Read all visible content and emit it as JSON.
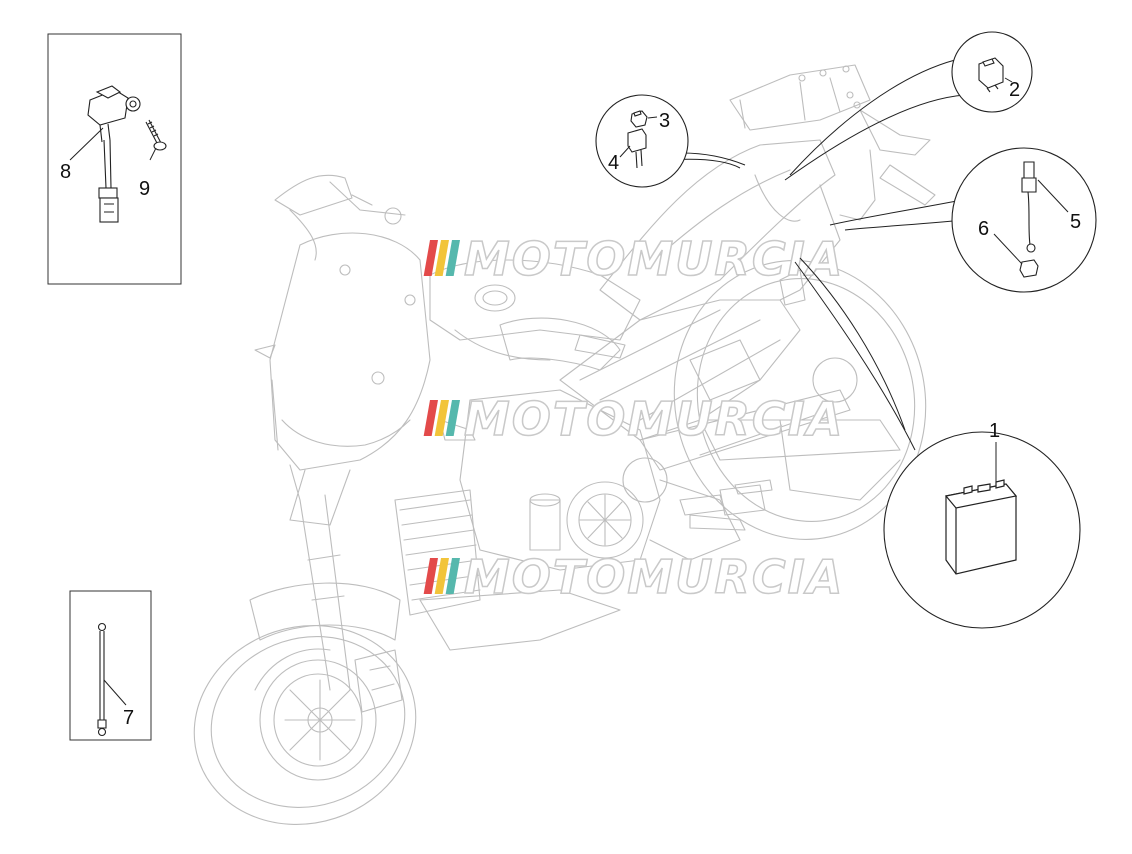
{
  "watermark": {
    "text": "MOTOMURCIA",
    "stripe_colors": [
      "#e34a4a",
      "#f2c43a",
      "#56b8ad"
    ],
    "text_fill": "#ffffff",
    "text_stroke": "#c9c9c9"
  },
  "diagram": {
    "line_color": "#bfbfbf",
    "ink_color": "#111111",
    "callouts": [
      {
        "id": "1",
        "label": "1"
      },
      {
        "id": "2",
        "label": "2"
      },
      {
        "id": "3",
        "label": "3"
      },
      {
        "id": "4",
        "label": "4"
      },
      {
        "id": "5",
        "label": "5"
      },
      {
        "id": "6",
        "label": "6"
      },
      {
        "id": "7",
        "label": "7"
      },
      {
        "id": "8",
        "label": "8"
      },
      {
        "id": "9",
        "label": "9"
      }
    ]
  }
}
